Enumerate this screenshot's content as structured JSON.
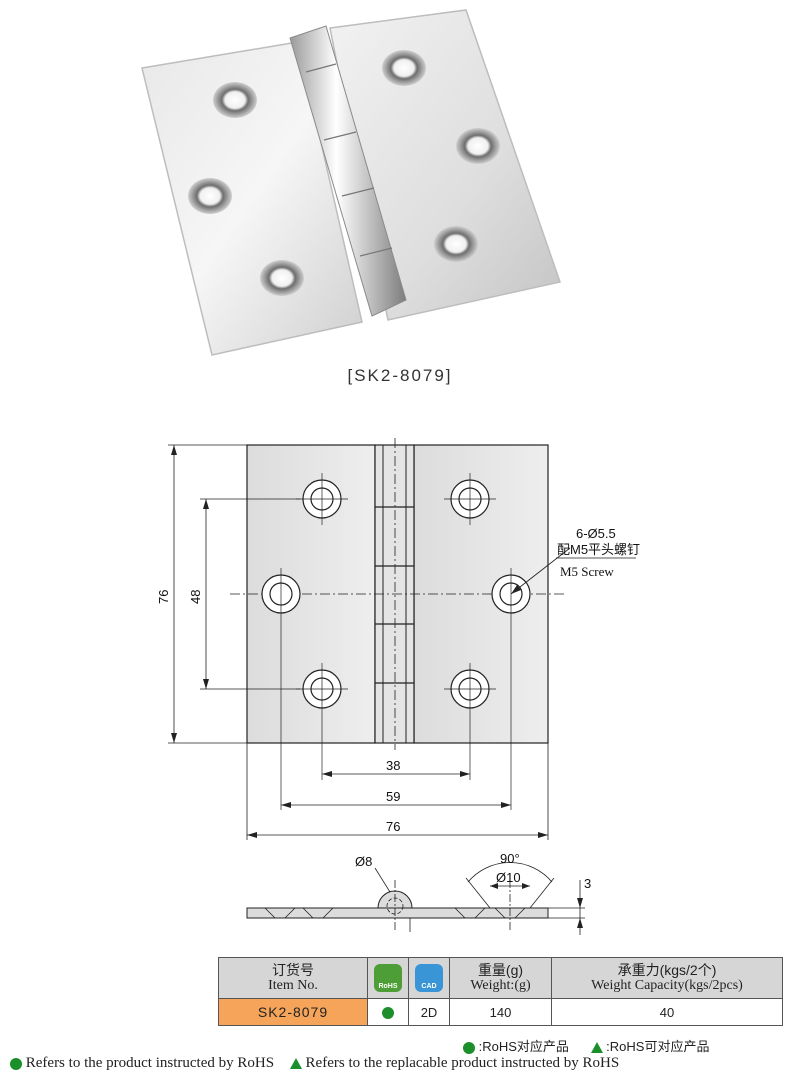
{
  "product": {
    "caption": "[SK2-8079]"
  },
  "dimensions": {
    "height_76": "76",
    "hole_spacing_48": "48",
    "hole_spacing_38": "38",
    "hole_spacing_59": "59",
    "width_76": "76",
    "hole_note_cn": "6-Ø5.5",
    "screw_note_cn": "配M5平头螺钉",
    "screw_note_en": "M5 Screw",
    "pin_dia": "Ø8",
    "angle": "90°",
    "countersink_dia": "Ø10",
    "thickness": "3"
  },
  "table": {
    "headers": {
      "item_cn": "订货号",
      "item_en": "Item No.",
      "rohs_badge": "RoHS",
      "cad_badge": "CAD",
      "weight_cn": "重量(g)",
      "weight_en": "Weight:(g)",
      "capacity_cn": "承重力(kgs/2个)",
      "capacity_en": "Weight Capacity(kgs/2pcs)"
    },
    "row": {
      "item_no": "SK2-8079",
      "cad": "2D",
      "weight": "140",
      "capacity": "40"
    }
  },
  "legend": {
    "rohs_cn": ":RoHS对应产品",
    "replaceable_cn": ":RoHS可对应产品",
    "rohs_en": "Refers to the product instructed by RoHS",
    "replaceable_en": "Refers to the replacable product instructed by RoHS"
  },
  "colors": {
    "item_bg": "#f5a45a",
    "rohs_green": "#1a8f2b",
    "header_bg": "#d6d6d6"
  }
}
